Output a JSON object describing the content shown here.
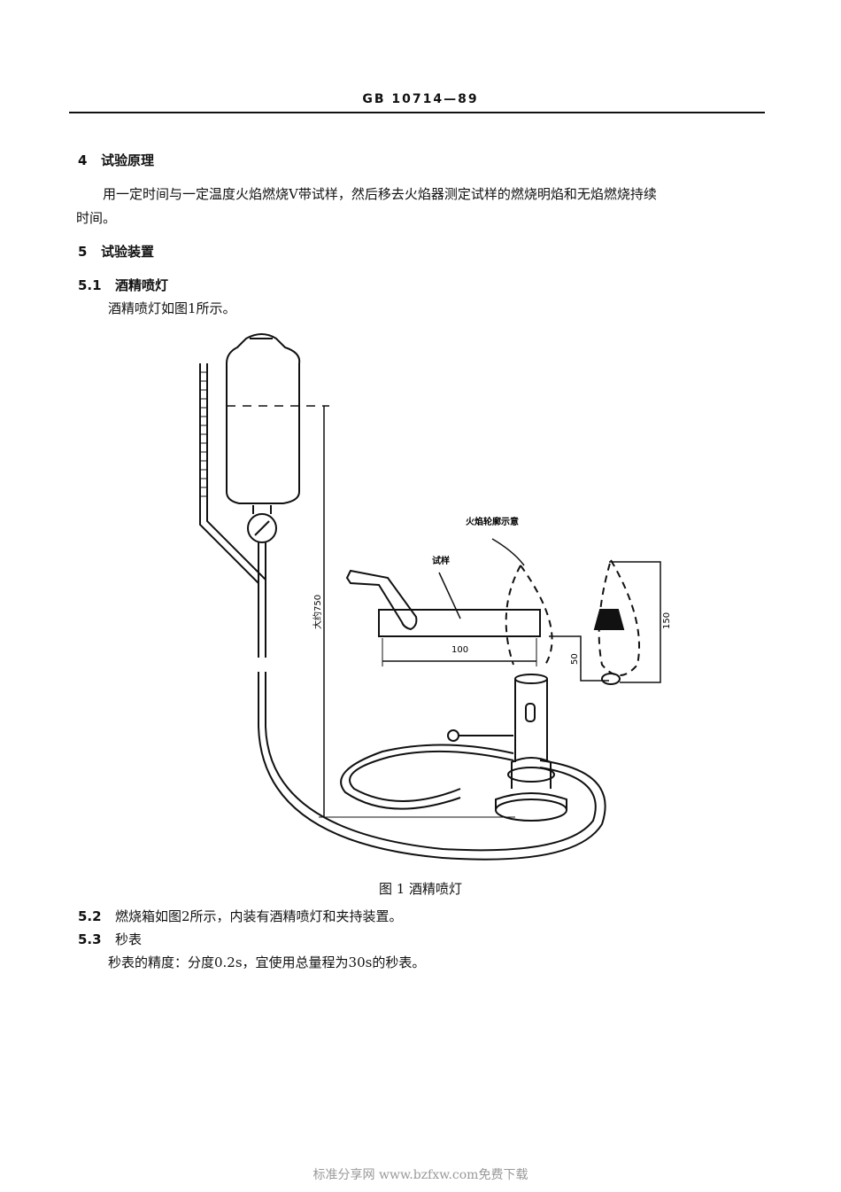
{
  "header": {
    "standard_no": "GB 10714—89"
  },
  "section4": {
    "number": "4",
    "title": "试验原理",
    "para_line1": "用一定时间与一定温度火焰燃烧V带试样，然后移去火焰器测定试样的燃烧明焰和无焰燃烧持续",
    "para_line2": "时间。"
  },
  "section5": {
    "number": "5",
    "title": "试验装置"
  },
  "section5_1": {
    "number": "5.1",
    "title": "酒精喷灯",
    "text": "酒精喷灯如图1所示。"
  },
  "figure1": {
    "label_flame": "火焰轮廓示意",
    "label_sample": "试样",
    "dim_750": "大约750",
    "dim_100": "100",
    "dim_50": "50",
    "dim_150": "150",
    "caption": "图 1   酒精喷灯"
  },
  "section5_2": {
    "number": "5.2",
    "text": "燃烧箱如图2所示，内装有酒精喷灯和夹持装置。"
  },
  "section5_3": {
    "number": "5.3",
    "title": "秒表",
    "text": "秒表的精度：分度0.2s，宜使用总量程为30s的秒表。"
  },
  "footer": {
    "watermark": "标准分享网 www.bzfxw.com免费下载"
  }
}
